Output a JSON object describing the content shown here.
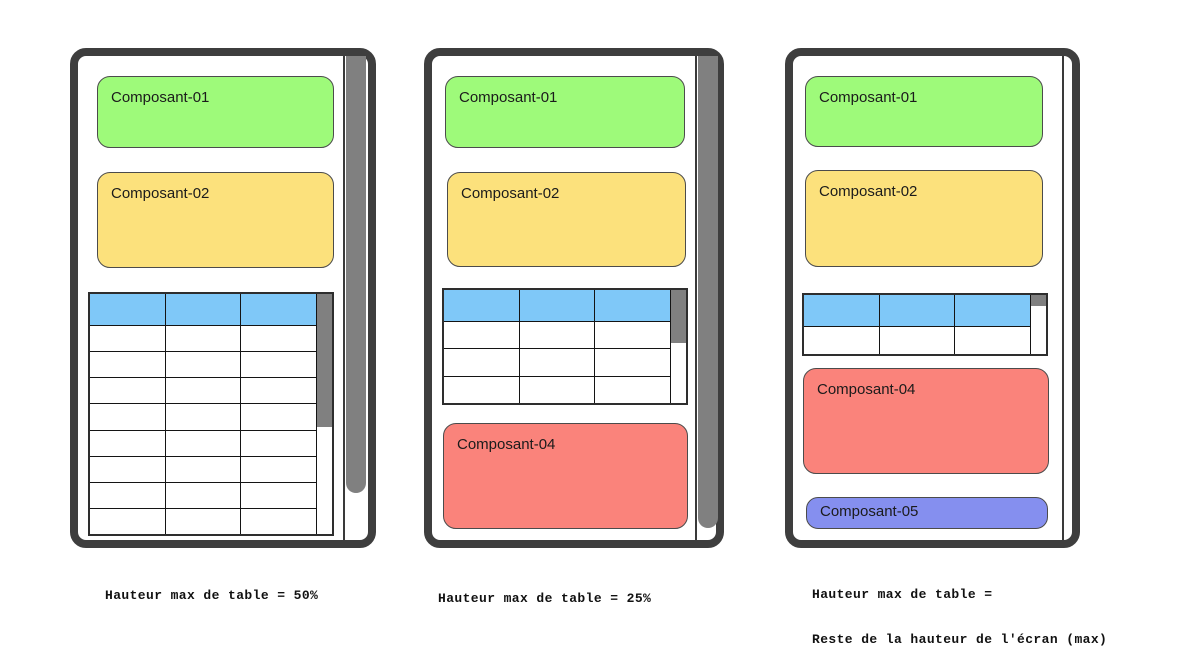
{
  "colors": {
    "frame_border": "#3E3E3E",
    "green": "#9EFA7A",
    "yellow": "#FCE17C",
    "table_header_blue": "#7FC8F8",
    "red": "#FA837B",
    "periwinkle": "#858FEF",
    "scrollbar_gray": "#808080"
  },
  "panels": [
    {
      "caption_lines": [
        "Hauteur max de table = 50%"
      ],
      "boxes": [
        {
          "label": "Composant-01",
          "color": "#9EFA7A"
        },
        {
          "label": "Composant-02",
          "color": "#FCE17C"
        }
      ],
      "table": {
        "columns": 3,
        "body_rows": 8,
        "header_color": "#7FC8F8",
        "cells_empty": true
      },
      "screen_scrollbar_visible": true
    },
    {
      "caption_lines": [
        "Hauteur max de table = 25%"
      ],
      "boxes": [
        {
          "label": "Composant-01",
          "color": "#9EFA7A"
        },
        {
          "label": "Composant-02",
          "color": "#FCE17C"
        },
        {
          "label": "Composant-04",
          "color": "#FA837B"
        }
      ],
      "table": {
        "columns": 3,
        "body_rows": 3,
        "header_color": "#7FC8F8",
        "cells_empty": true
      },
      "screen_scrollbar_visible": true
    },
    {
      "caption_lines": [
        "Hauteur max de table =",
        "Reste de la hauteur de l'écran (max)"
      ],
      "boxes": [
        {
          "label": "Composant-01",
          "color": "#9EFA7A"
        },
        {
          "label": "Composant-02",
          "color": "#FCE17C"
        },
        {
          "label": "Composant-04",
          "color": "#FA837B"
        },
        {
          "label": "Composant-05",
          "color": "#858FEF"
        }
      ],
      "table": {
        "columns": 3,
        "body_rows": 1,
        "header_color": "#7FC8F8",
        "cells_empty": true
      },
      "screen_scrollbar_visible": false
    }
  ]
}
